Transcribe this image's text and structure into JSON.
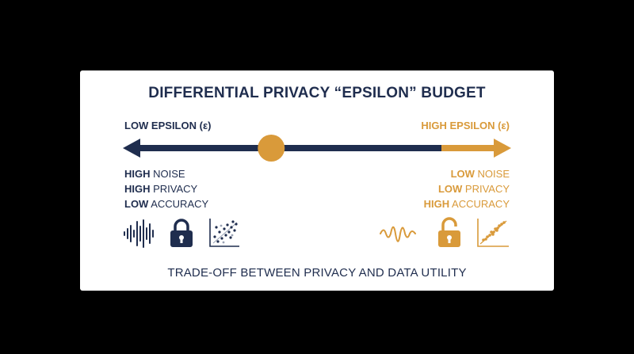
{
  "title": "DIFFERENTIAL PRIVACY “EPSILON” BUDGET",
  "low_end": {
    "label": "LOW EPSILON (ε)",
    "rows": [
      {
        "strong": "HIGH",
        "rest": " NOISE"
      },
      {
        "strong": "HIGH",
        "rest": " PRIVACY"
      },
      {
        "strong": "LOW",
        "rest": " ACCURACY"
      }
    ]
  },
  "high_end": {
    "label": "HIGH EPSILON (ε)",
    "rows": [
      {
        "strong": "LOW",
        "rest": " NOISE"
      },
      {
        "strong": "LOW",
        "rest": " PRIVACY"
      },
      {
        "strong": "HIGH",
        "rest": " ACCURACY"
      }
    ]
  },
  "slider": {
    "level": 0.37
  },
  "footer": "TRADE-OFF BETWEEN PRIVACY AND DATA UTILITY",
  "colors": {
    "navy": "#1f2d4e",
    "gold": "#d99a3a",
    "card": "#ffffff",
    "background": "#000000"
  },
  "icons": {
    "low": [
      "noise-waveform-icon",
      "locked-padlock-icon",
      "noisy-scatter-icon"
    ],
    "high": [
      "smooth-wave-icon",
      "unlocked-padlock-icon",
      "tight-scatter-icon"
    ]
  }
}
